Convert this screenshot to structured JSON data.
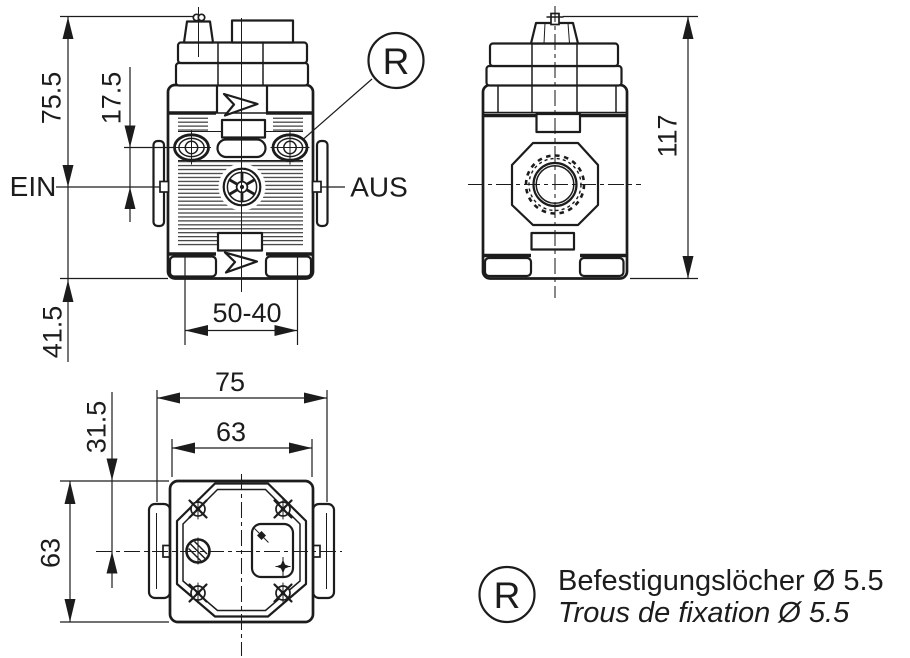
{
  "page": {
    "background": "#ffffff",
    "ink": "#1c1c1c"
  },
  "front_view": {
    "label_in": "EIN",
    "label_out": "AUS",
    "dim_top_to_axis": "75.5",
    "dim_hole_to_axis": "17.5",
    "dim_axis_to_bottom": "41.5",
    "dim_hole_spacing": "50-40",
    "callout_letter": "R"
  },
  "side_view": {
    "dim_total_height": "117"
  },
  "bottom_view": {
    "dim_overall_width": "75",
    "dim_body_width": "63",
    "dim_top_to_axis": "31.5",
    "dim_body_height": "63"
  },
  "legend": {
    "symbol": "R",
    "line1": "Befestigungslöcher Ø 5.5",
    "line2": "Trous de fixation Ø 5.5"
  }
}
